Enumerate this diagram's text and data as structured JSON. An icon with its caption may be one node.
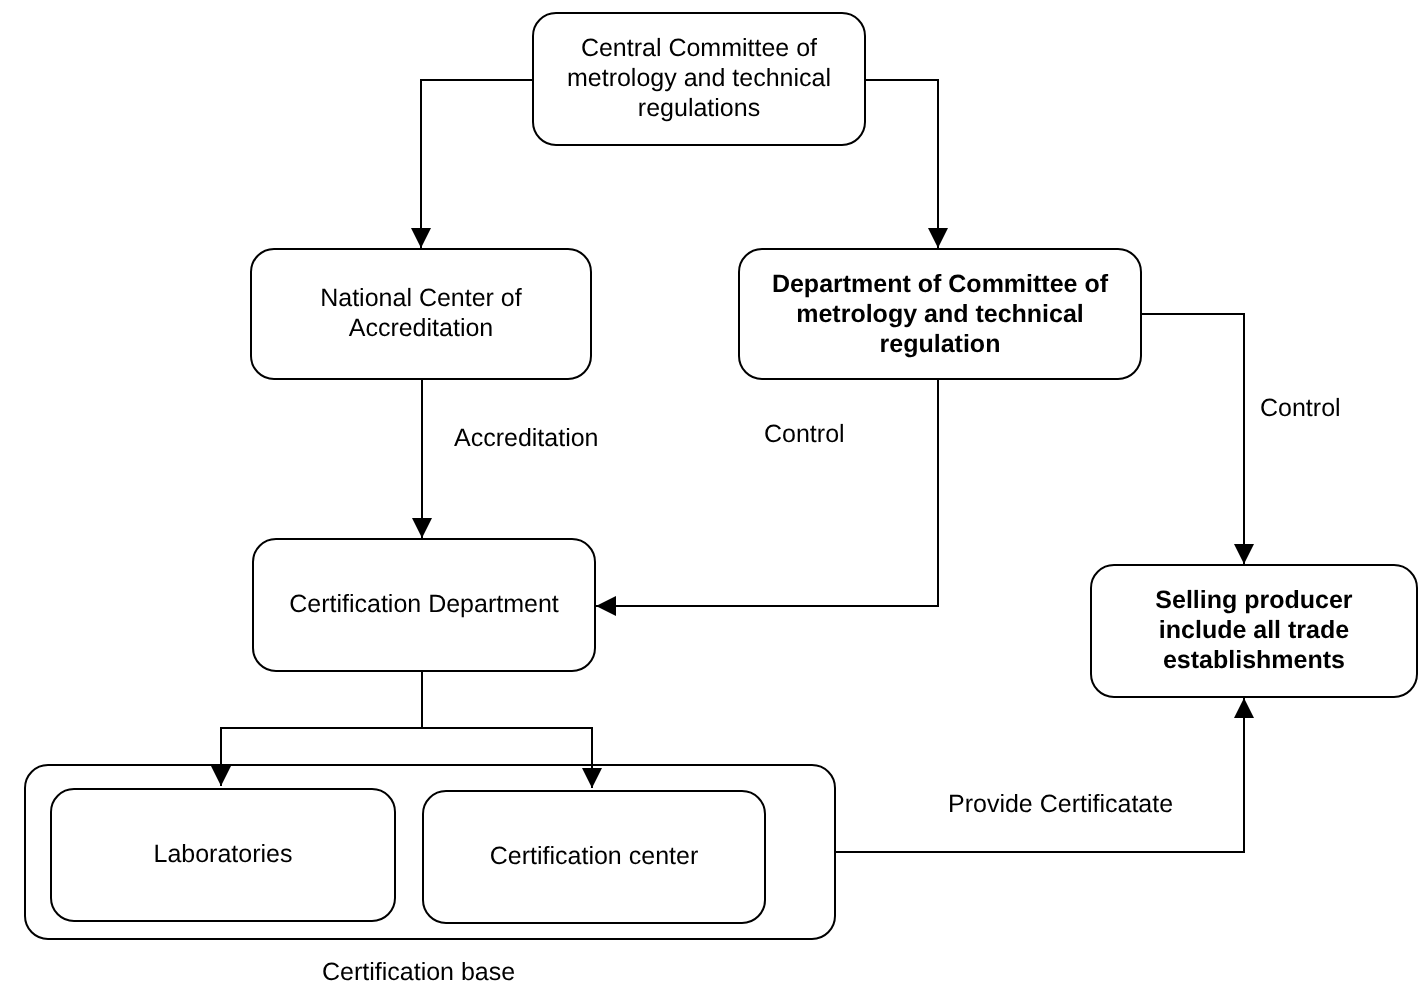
{
  "diagram": {
    "nodes": [
      {
        "text": [
          "Central Committee of metrology and technical regulations"
        ]
      },
      {
        "text": [
          "National Center of Accreditation"
        ]
      },
      {
        "text": [
          "Department of Committee of metrology and technical regulation"
        ]
      },
      {
        "text": [
          "Certification Department"
        ]
      },
      {
        "text": [
          "Selling producer include all trade establishments"
        ]
      },
      {
        "text": [],
        "shape": "box",
        "beside": [
          "Certification base"
        ]
      },
      {
        "text": [
          "Laboratories"
        ],
        "in": 5
      },
      {
        "text": [
          "Certification center"
        ],
        "in": 5
      }
    ],
    "edges": [
      {
        "from": 0,
        "to": 1,
        "arrow": "to"
      },
      {
        "from": 0,
        "to": 2,
        "arrow": "to"
      },
      {
        "from": 1,
        "to": 3,
        "arrow": "to",
        "label": "Accreditation"
      },
      {
        "from": 2,
        "to": 3,
        "arrow": "to",
        "label": "Control"
      },
      {
        "from": 2,
        "to": 4,
        "arrow": "to",
        "label": "Control"
      },
      {
        "from": 3,
        "to": 6,
        "arrow": "to"
      },
      {
        "from": 3,
        "to": 7,
        "arrow": "to"
      },
      {
        "from": 5,
        "to": 4,
        "arrow": "to",
        "label": "Provide Certificatate"
      }
    ]
  }
}
